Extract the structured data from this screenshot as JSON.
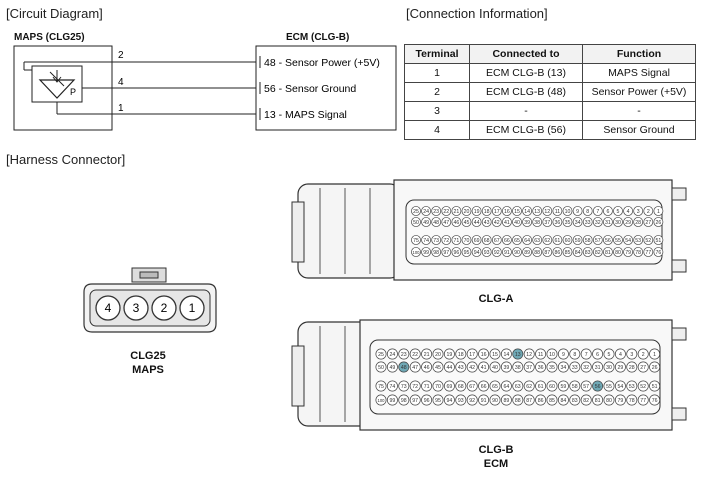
{
  "sections": {
    "circuit": "[Circuit Diagram]",
    "connection": "[Connection Information]",
    "harness": "[Harness Connector]"
  },
  "circuit": {
    "maps_title": "MAPS (CLG25)",
    "ecm_title": "ECM (CLG-B)",
    "sensor_letter": "P",
    "pins": [
      "2",
      "4",
      "1"
    ],
    "ecm_pins": [
      "48 - Sensor Power (+5V)",
      "56 - Sensor Ground",
      "13 - MAPS Signal"
    ]
  },
  "table": {
    "headers": [
      "Terminal",
      "Connected to",
      "Function"
    ],
    "rows": [
      [
        "1",
        "ECM CLG-B (13)",
        "MAPS Signal"
      ],
      [
        "2",
        "ECM CLG-B (48)",
        "Sensor Power (+5V)"
      ],
      [
        "3",
        "-",
        "-"
      ],
      [
        "4",
        "ECM CLG-B (56)",
        "Sensor Ground"
      ]
    ]
  },
  "maps_connector": {
    "pins": [
      "4",
      "3",
      "2",
      "1"
    ],
    "caption_line1": "CLG25",
    "caption_line2": "MAPS"
  },
  "clg_a": {
    "caption": "CLG-A",
    "row1": [
      "25",
      "24",
      "23",
      "22",
      "21",
      "20",
      "19",
      "18",
      "17",
      "16",
      "15",
      "14",
      "13",
      "12",
      "11",
      "10",
      "9",
      "8",
      "7",
      "6",
      "5",
      "4",
      "3",
      "2",
      "1"
    ],
    "row2": [
      "50",
      "49",
      "48",
      "47",
      "46",
      "45",
      "44",
      "43",
      "42",
      "41",
      "40",
      "39",
      "38",
      "37",
      "36",
      "35",
      "34",
      "33",
      "32",
      "31",
      "30",
      "29",
      "28",
      "27",
      "26"
    ],
    "row3": [
      "75",
      "74",
      "73",
      "72",
      "71",
      "70",
      "69",
      "68",
      "67",
      "66",
      "65",
      "64",
      "63",
      "62",
      "61",
      "60",
      "59",
      "58",
      "57",
      "56",
      "55",
      "54",
      "53",
      "52",
      "51"
    ],
    "row4": [
      "100",
      "99",
      "98",
      "97",
      "96",
      "95",
      "94",
      "93",
      "92",
      "91",
      "90",
      "89",
      "88",
      "87",
      "86",
      "85",
      "84",
      "83",
      "82",
      "81",
      "80",
      "79",
      "78",
      "77",
      "76"
    ]
  },
  "clg_b": {
    "caption_line1": "CLG-B",
    "caption_line2": "ECM",
    "row1": [
      "25",
      "24",
      "23",
      "22",
      "21",
      "20",
      "19",
      "18",
      "17",
      "16",
      "15",
      "14",
      "13",
      "12",
      "11",
      "10",
      "9",
      "8",
      "7",
      "6",
      "5",
      "4",
      "3",
      "2",
      "1"
    ],
    "row2": [
      "50",
      "49",
      "48",
      "47",
      "46",
      "45",
      "44",
      "43",
      "42",
      "41",
      "40",
      "39",
      "38",
      "37",
      "36",
      "35",
      "34",
      "33",
      "32",
      "31",
      "30",
      "29",
      "28",
      "27",
      "26"
    ],
    "row3": [
      "75",
      "74",
      "73",
      "72",
      "71",
      "70",
      "69",
      "68",
      "67",
      "66",
      "65",
      "64",
      "63",
      "62",
      "61",
      "60",
      "59",
      "58",
      "57",
      "56",
      "55",
      "54",
      "53",
      "52",
      "51"
    ],
    "row4": [
      "100",
      "99",
      "98",
      "97",
      "96",
      "95",
      "94",
      "93",
      "92",
      "91",
      "90",
      "89",
      "88",
      "87",
      "86",
      "85",
      "84",
      "83",
      "82",
      "81",
      "80",
      "79",
      "78",
      "77",
      "76"
    ],
    "highlighted": [
      "13",
      "48",
      "56"
    ],
    "highlight_color": "#6fa8b5"
  }
}
